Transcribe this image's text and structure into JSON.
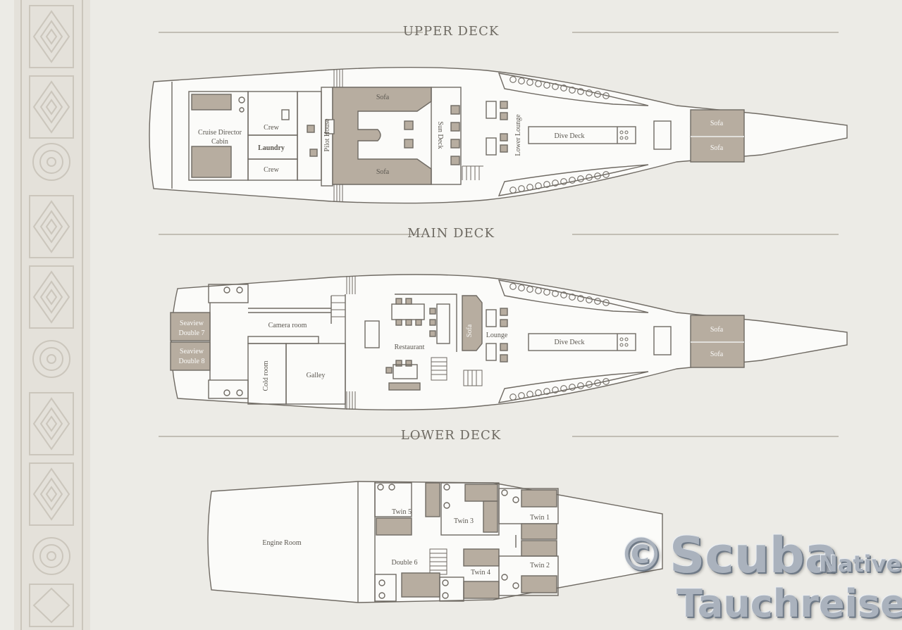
{
  "titles": {
    "upper": "UPPER DECK",
    "main": "MAIN DECK",
    "lower": "LOWER DECK"
  },
  "upper_deck": {
    "cruise_director_1": "Cruise Director",
    "cruise_director_2": "Cabin",
    "crew_top": "Crew",
    "laundry": "Laundry",
    "crew_bottom": "Crew",
    "pilot_house": "Pilot House",
    "sofa_top": "Sofa",
    "sofa_bottom": "Sofa",
    "sun_deck": "Sun Deck",
    "lower_lounge": "Lower Lounge",
    "dive_deck": "Dive Deck",
    "bow_sofa_1": "Sofa",
    "bow_sofa_2": "Sofa"
  },
  "main_deck": {
    "seaview_7_1": "Seaview",
    "seaview_7_2": "Double 7",
    "seaview_8_1": "Seaview",
    "seaview_8_2": "Double 8",
    "camera_room": "Camera room",
    "cold_room": "Cold room",
    "galley": "Galley",
    "restaurant": "Restaurant",
    "sofa": "Sofa",
    "lounge": "Lounge",
    "dive_deck": "Dive Deck",
    "bow_sofa_1": "Sofa",
    "bow_sofa_2": "Sofa"
  },
  "lower_deck": {
    "engine_room": "Engine Room",
    "twin_5": "Twin 5",
    "twin_3": "Twin 3",
    "twin_1": "Twin 1",
    "double_6": "Double 6",
    "twin_4": "Twin 4",
    "twin_2": "Twin 2"
  },
  "watermark": {
    "copyright": "©",
    "brand": "Scuba",
    "brand_small": "Native",
    "line2": "Tauchreisen"
  },
  "colors": {
    "background": "#ecebe6",
    "line": "#6f6a63",
    "fill": "#b7ada0",
    "text": "#5b5750"
  }
}
